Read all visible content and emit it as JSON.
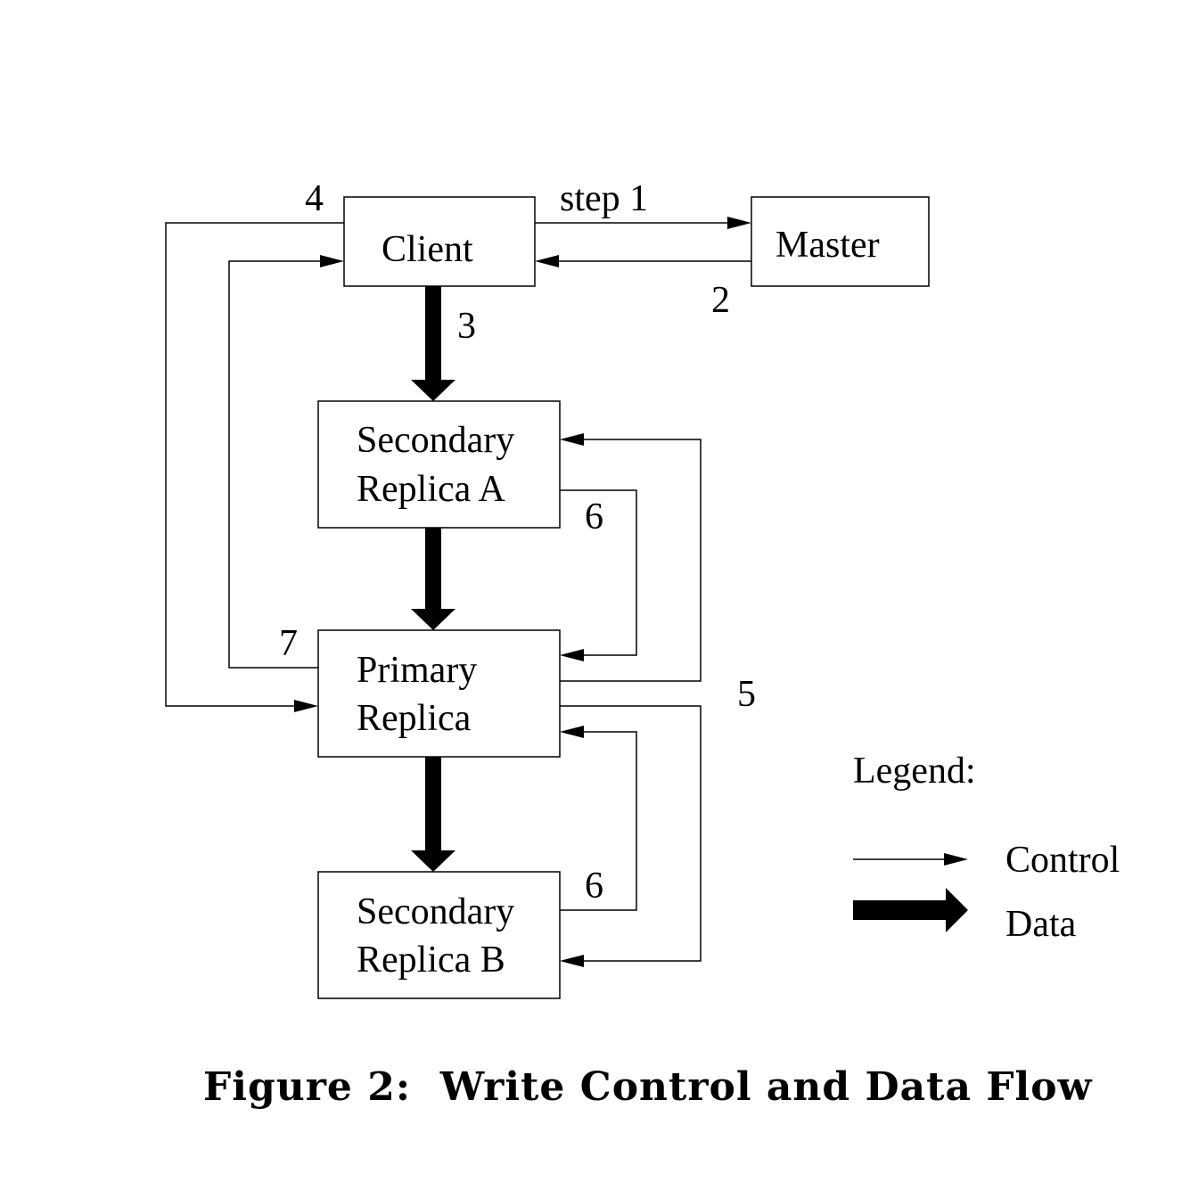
{
  "nodes": {
    "client": "Client",
    "master": "Master",
    "secondary_a": [
      "Secondary",
      "Replica A"
    ],
    "primary": [
      "Primary",
      "Replica"
    ],
    "secondary_b": [
      "Secondary",
      "Replica B"
    ]
  },
  "steps": {
    "s1": "step 1",
    "s2": "2",
    "s3": "3",
    "s4": "4",
    "s5": "5",
    "s6a": "6",
    "s6b": "6",
    "s7": "7"
  },
  "legend": {
    "title": "Legend:",
    "control": "Control",
    "data": "Data"
  },
  "caption": "Figure 2:  Write Control and Data Flow"
}
